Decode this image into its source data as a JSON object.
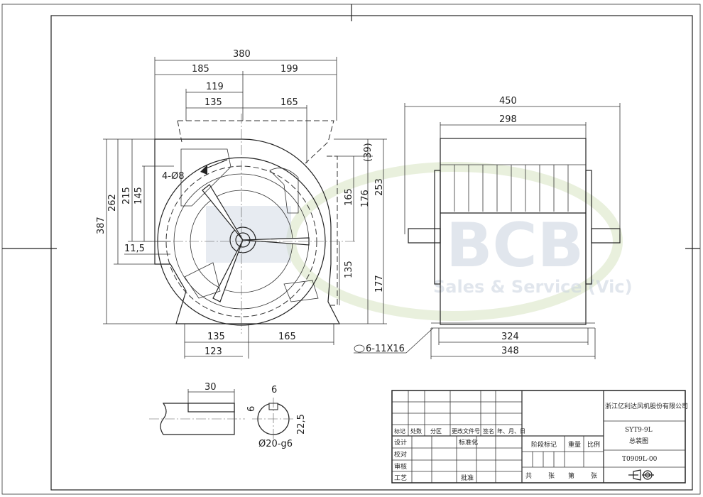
{
  "watermark": {
    "brand": "BCB",
    "tagline": "Sales & Service (Vic)"
  },
  "front_view": {
    "dims": {
      "overall_width": "380",
      "left_width": "185",
      "right_width": "199",
      "top_119": "119",
      "top_135": "135",
      "top_165": "165",
      "height_387": "387",
      "height_262": "262",
      "height_215": "215",
      "height_145": "145",
      "offset_11_5": "11,5",
      "holes_note": "4-Ø8",
      "right_39": "(39)",
      "right_253": "253",
      "right_176": "176",
      "right_165": "165",
      "right_135": "135",
      "right_177": "177",
      "bottom_135": "135",
      "bottom_165": "165",
      "bottom_123": "123"
    }
  },
  "side_view": {
    "dims": {
      "overall": "450",
      "inner": "298",
      "base_inner": "324",
      "base_outer": "348",
      "slots": "6-11X16"
    }
  },
  "shaft_detail": {
    "length": "30",
    "key_width": "6",
    "key_depth": "6",
    "keyway": "22,5",
    "diameter": "Ø20-g6"
  },
  "title_block": {
    "company": "浙江亿利达风机股份有限公司",
    "model": "SYT9-9L",
    "drawing_name": "总装图",
    "drawing_number": "T0909L-00",
    "revision_headers": [
      "标记",
      "处数",
      "分区",
      "更改文件号",
      "签名",
      "年、月、日"
    ],
    "roles": [
      "设计",
      "校对",
      "审核",
      "工艺"
    ],
    "standardization": "标准化",
    "approval": "批准",
    "stage_mark": "阶段标记",
    "weight": "重量",
    "scale": "比例",
    "sheets": [
      "共",
      "张",
      "第",
      "张"
    ]
  }
}
